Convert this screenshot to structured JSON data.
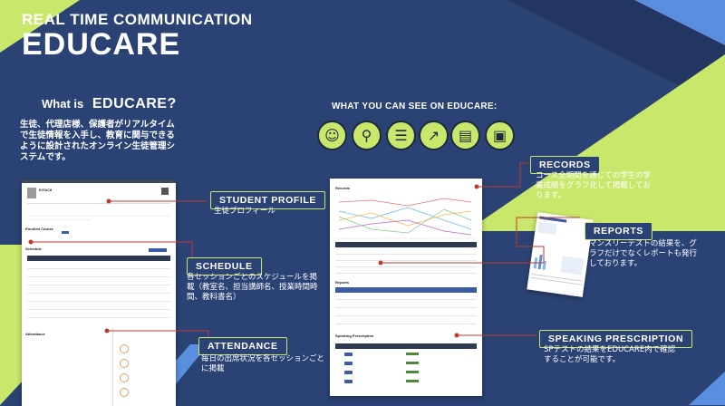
{
  "header": {
    "subtitle": "REAL TIME COMMUNICATION",
    "title": "EDUCARE"
  },
  "about": {
    "heading_prefix": "What is",
    "heading_brand": "EDUCARE?",
    "body": "生徒、代理店様、保護者がリアルタイムで生徒情報を入手し、教育に関与できるように設計されたオンライン生徒管理システムです。"
  },
  "features": {
    "heading": "WHAT YOU CAN SEE ON EDUCARE:",
    "icons": [
      "profile-gear-icon",
      "magnifier-icon",
      "clipboard-icon",
      "growth-chart-icon",
      "report-chart-icon",
      "presentation-icon"
    ]
  },
  "callouts": {
    "student_profile": {
      "label": "STUDENT PROFILE",
      "text": "生徒プロフィール"
    },
    "schedule": {
      "label": "SCHEDULE",
      "text": "各セッションごとのスケジュールを掲載（教室名、担当講師名、授業時間時間、教科書名）"
    },
    "attendance": {
      "label": "ATTENDANCE",
      "text": "毎日の出席状況を各セッションごとに掲載"
    },
    "records": {
      "label": "RECORDS",
      "text": "コース全期間を通じての学生の学業成績をグラフ化して掲載しております。"
    },
    "reports": {
      "label": "REPORTS",
      "text": "マンスリーテストの結果を、グラフだけでなくレポートも発行しております。"
    },
    "speaking": {
      "label": "SPEAKING PRESCRIPTION",
      "text": "SPテストの結果をEDUCARE内で確認することが可能です。"
    }
  },
  "doc_left": {
    "name": "EXTACH",
    "enrolled": "Enrolled Course",
    "schedule": "Schedule",
    "attendance": "Attendance"
  },
  "doc_right": {
    "records": "Records",
    "reports": "Reports",
    "speaking": "Speaking Prescription"
  },
  "colors": {
    "background": "#2b4374",
    "accent": "#c9e86b",
    "light_blue": "#5a8fe0",
    "marker_red": "#c0392b"
  }
}
